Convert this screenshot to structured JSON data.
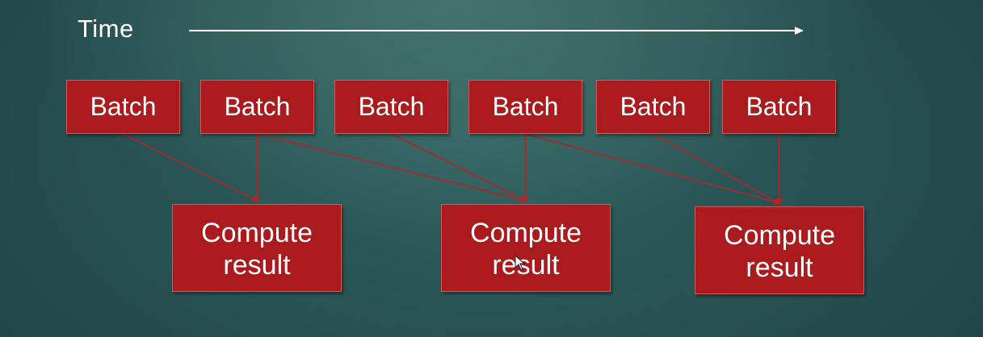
{
  "timeline": {
    "label": "Time"
  },
  "batches": [
    {
      "label": "Batch"
    },
    {
      "label": "Batch"
    },
    {
      "label": "Batch"
    },
    {
      "label": "Batch"
    },
    {
      "label": "Batch"
    },
    {
      "label": "Batch"
    }
  ],
  "results": [
    {
      "label": "Compute\nresult"
    },
    {
      "label": "Compute\nresult"
    },
    {
      "label": "Compute\nresult"
    }
  ],
  "connections": [
    {
      "from": 0,
      "to": 0
    },
    {
      "from": 1,
      "to": 0
    },
    {
      "from": 1,
      "to": 1
    },
    {
      "from": 2,
      "to": 1
    },
    {
      "from": 3,
      "to": 1
    },
    {
      "from": 3,
      "to": 2
    },
    {
      "from": 4,
      "to": 2
    },
    {
      "from": 5,
      "to": 2
    }
  ],
  "colors": {
    "box_fill": "#ab1a1c",
    "box_border": "#d7585a",
    "connector": "#b0242a",
    "text": "#ffffff",
    "background": "#2a5556"
  }
}
